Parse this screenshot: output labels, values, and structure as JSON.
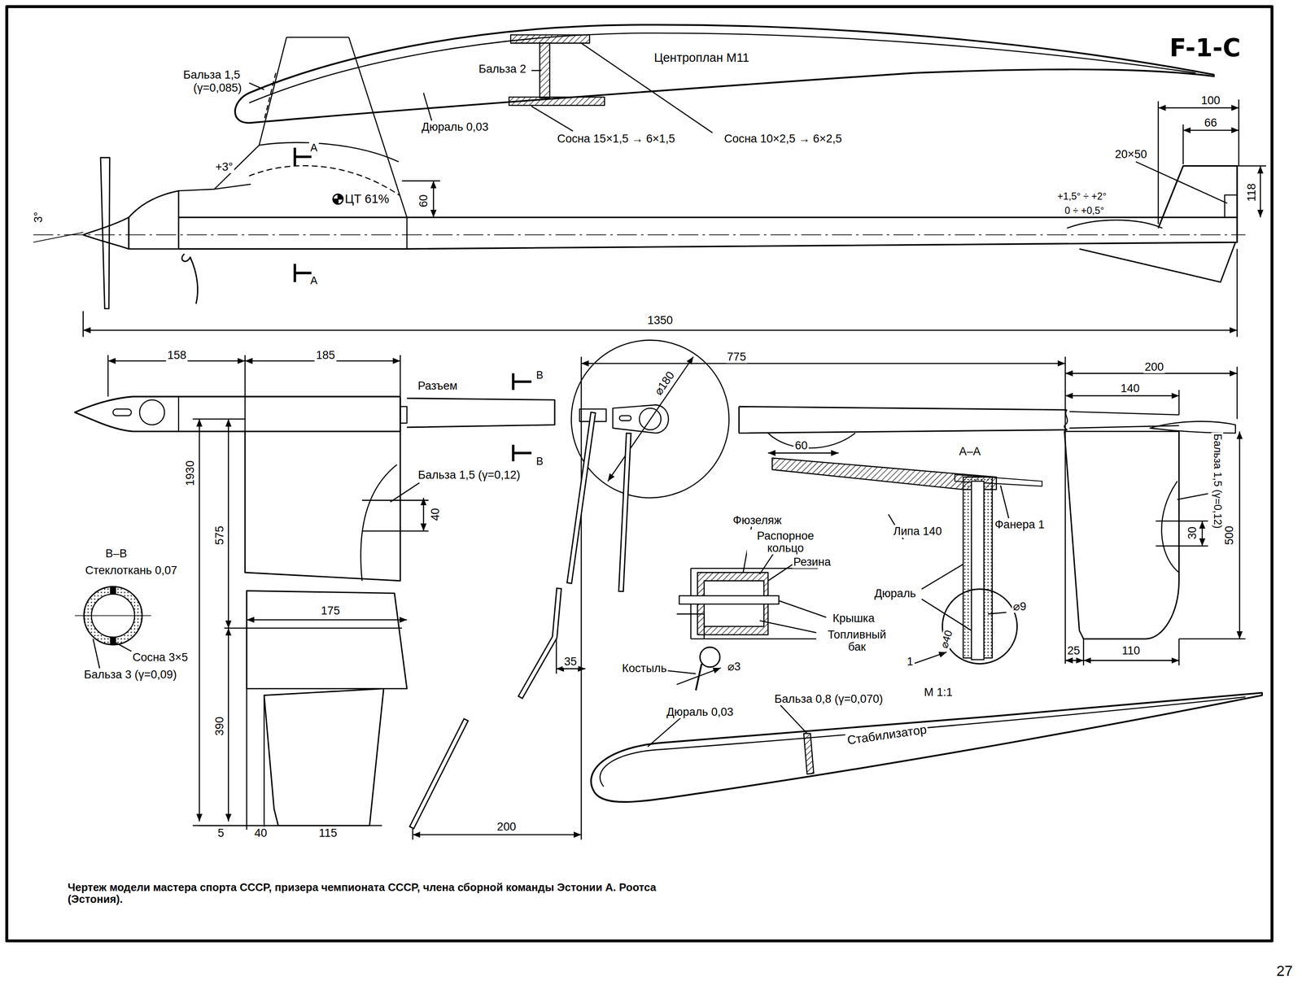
{
  "diagram": {
    "title": "F-1-C",
    "caption": "Чертеж модели мастера спорта СССР, призера чемпионата СССР, члена сборной команды Эстонии А. Роотса (Эстония).",
    "labels": [
      "Бальза 1,5",
      "(γ=0,085)",
      "Бальза 2",
      "Центроплан М11",
      "Дюраль 0,03",
      "Сосна 15×1,5 → 6×1,5",
      "Сосна 10×2,5 → 6×2,5",
      "100",
      "66",
      "20×50",
      "+3°",
      "А",
      "ЦТ 61%",
      "60",
      "3°",
      "+1,5° ÷ +2°",
      "0 ÷ +0,5°",
      "118",
      "А",
      "1350",
      "158",
      "185",
      "Разъем",
      "В",
      "В",
      "⌀180",
      "775",
      "200",
      "140",
      "А–А",
      "60",
      "1930",
      "Бальза 1,5 (γ=0,12)",
      "575",
      "40",
      "Фюзеляж",
      "Распорное кольцо",
      "Резина",
      "Липа 140",
      "Фанера 1",
      "Бальза 1,5 (γ=0,12)",
      "500",
      "30",
      "В–В",
      "Стеклоткань 0,07",
      "Дюраль",
      "Крышка",
      "Топливный бак",
      "⌀9",
      "175",
      "Сосна 3×5",
      "Бальза 3 (γ=0,09)",
      "⌀40",
      "1",
      "390",
      "35",
      "Костыль",
      "⌀3",
      "25",
      "110",
      "Бальза 0,8 (γ=0,070)",
      "М 1:1",
      "Дюраль 0,03",
      "Стабилизатор",
      "5",
      "40",
      "115",
      "200",
      "27"
    ]
  }
}
